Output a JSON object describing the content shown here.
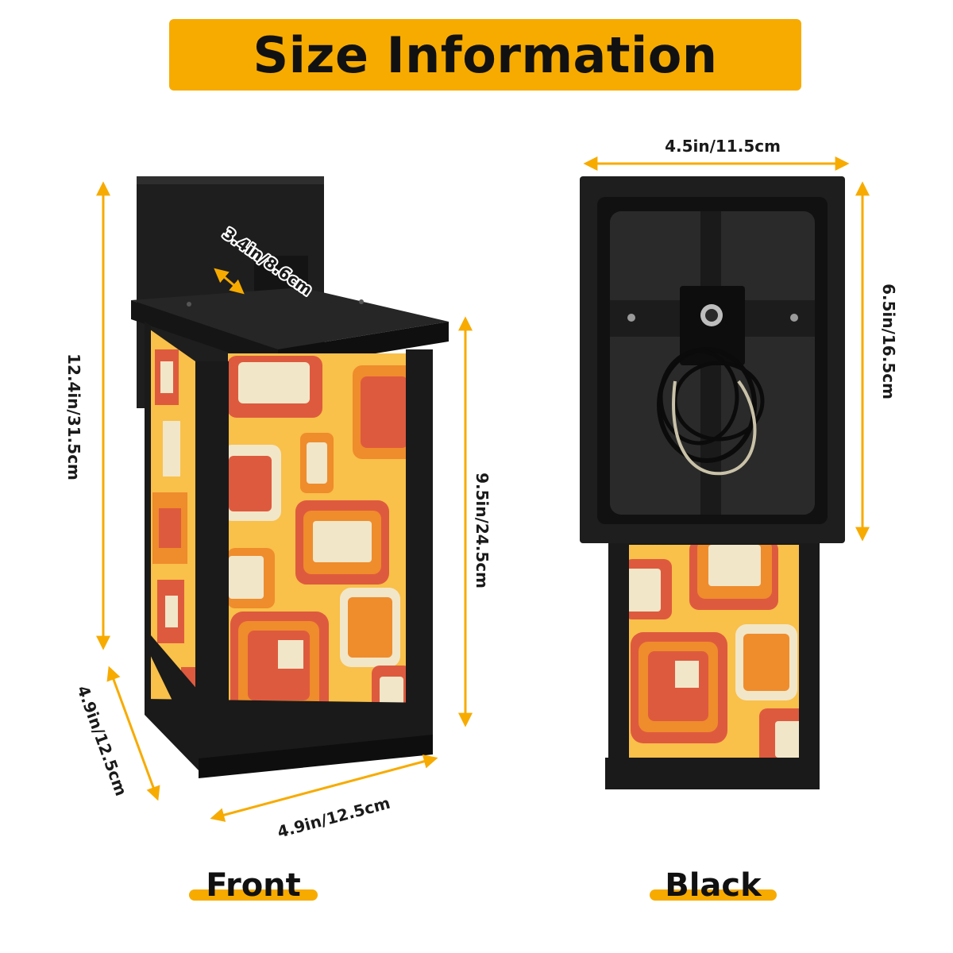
{
  "header": {
    "title": "Size Information"
  },
  "dimensions": {
    "front_height_total": "12.4in/31.5cm",
    "front_bracket_depth": "3.4in/8.6cm",
    "front_panel_height": "9.5in/24.5cm",
    "front_side_width": "4.9in/12.5cm",
    "front_front_width": "4.9in/12.5cm",
    "back_width": "4.5in/11.5cm",
    "back_plate_height": "6.5in/16.5cm"
  },
  "captions": {
    "front": "Front",
    "back": "Black"
  },
  "colors": {
    "accent": "#f7ab00",
    "frame": "#1a1a1a",
    "panel_bg": "#f9c04a",
    "red": "#de5a3e",
    "orange": "#ef8c2c",
    "cream": "#f1e6c8"
  }
}
